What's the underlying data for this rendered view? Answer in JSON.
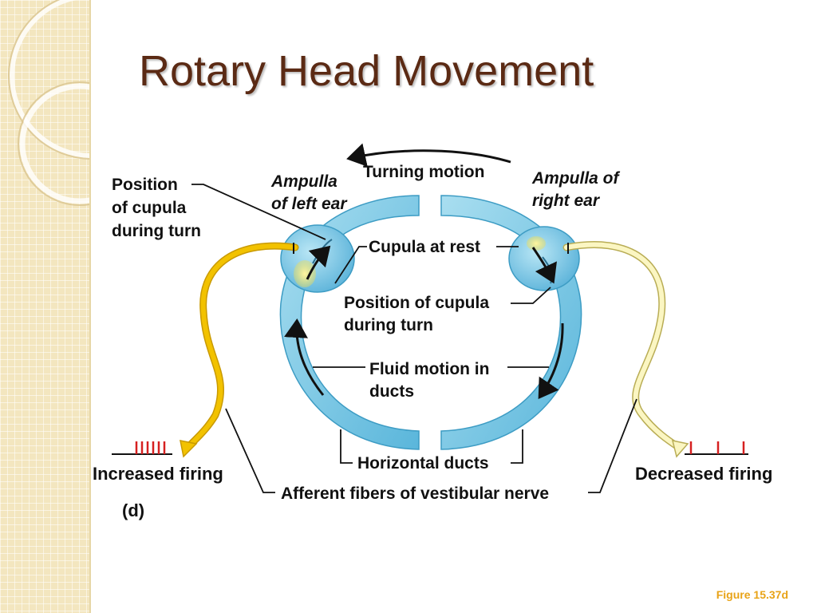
{
  "slide": {
    "title": "Rotary Head Movement",
    "figure_ref": "Figure 15.37d"
  },
  "diagram": {
    "labels": {
      "turning_motion": "Turning motion",
      "ampulla_left_line1": "Ampulla",
      "ampulla_left_line2": "of left ear",
      "ampulla_right_line1": "Ampulla of",
      "ampulla_right_line2": "right ear",
      "cupula_position_left_line1": "Position",
      "cupula_position_left_line2": "of cupula",
      "cupula_position_left_line3": "during turn",
      "cupula_at_rest": "Cupula at rest",
      "cupula_position_right_line1": "Position of cupula",
      "cupula_position_right_line2": "during turn",
      "fluid_motion_line1": "Fluid motion in",
      "fluid_motion_line2": "ducts",
      "horizontal_ducts": "Horizontal ducts",
      "afferent_fibers": "Afferent fibers of vestibular nerve",
      "increased_firing": "Increased firing",
      "decreased_firing": "Decreased firing",
      "panel_letter": "(d)"
    },
    "colors": {
      "duct_fill": "#7ec8e3",
      "duct_edge": "#3d9cc4",
      "nerve_increased": "#f2c200",
      "nerve_decreased": "#fbf6c2",
      "spike": "#d62020",
      "title": "#5b2a14",
      "figure_ref": "#e8a317"
    },
    "firing": {
      "increased_spikes": 6,
      "decreased_spikes": 3
    }
  }
}
